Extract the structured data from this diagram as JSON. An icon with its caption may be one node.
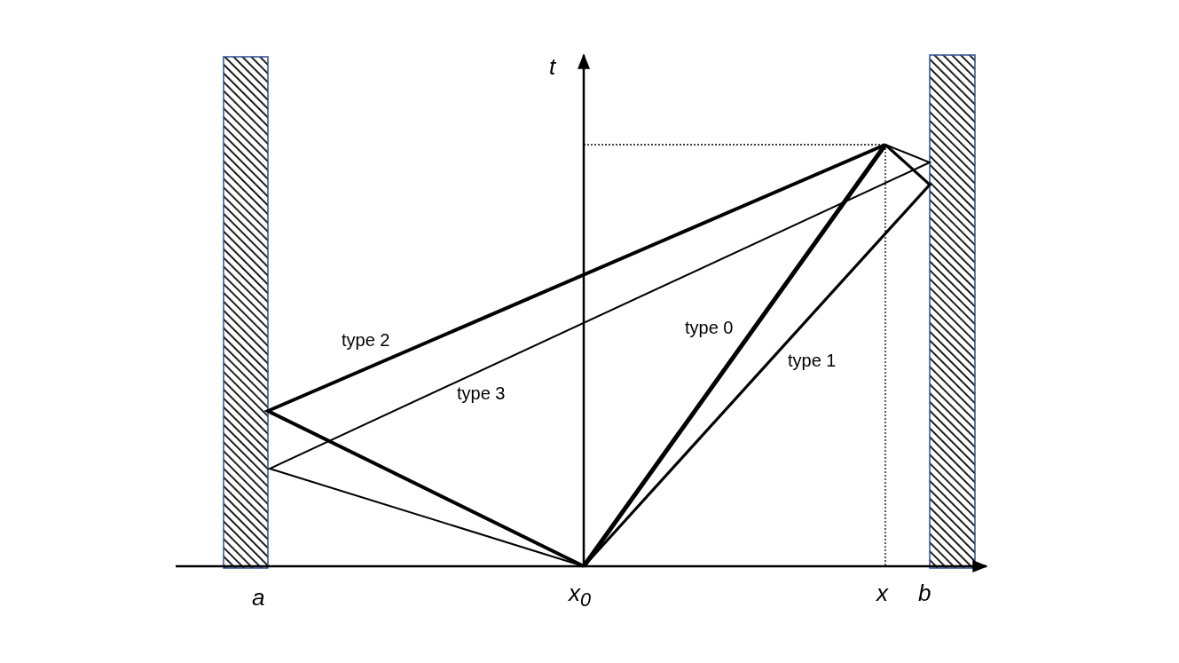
{
  "diagram": {
    "labels": [
      "t",
      "type 0",
      "type 2",
      "type 1",
      "type 3",
      "a",
      "x$_{0}$",
      "x",
      "b"
    ]
  }
}
